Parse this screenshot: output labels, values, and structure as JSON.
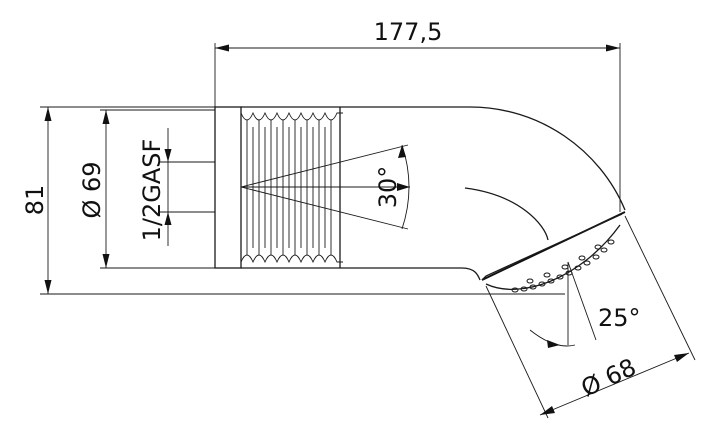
{
  "drawing": {
    "dimensions": {
      "overall_length": "177,5",
      "overall_height": "81",
      "body_diameter": "Ø 69",
      "thread": "1/2GASF",
      "tilt_angle": "30°",
      "face_angle": "25°",
      "head_diameter": "Ø 68"
    }
  }
}
